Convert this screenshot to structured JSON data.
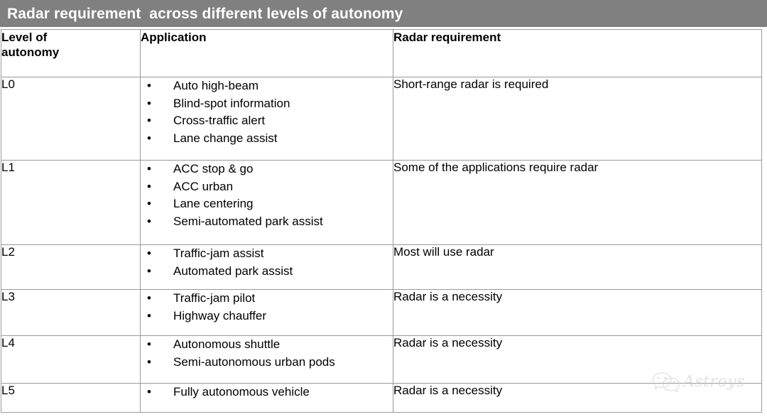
{
  "title": {
    "text": "Radar requirement  across different levels of autonomy",
    "bar_color": "#808080",
    "text_color": "#ffffff"
  },
  "table": {
    "headers": {
      "level": "Level of autonomy",
      "level_line1": "Level of",
      "level_line2": "autonomy",
      "application": "Application",
      "requirement": "Radar requirement"
    },
    "bullet_glyph": "•",
    "border_color": "#9a9a9a",
    "rows": [
      {
        "level": "L0",
        "applications": [
          "Auto high-beam",
          "Blind-spot information",
          "Cross-traffic alert",
          "Lane change assist"
        ],
        "requirement": "Short-range radar is required"
      },
      {
        "level": "L1",
        "applications": [
          "ACC stop & go",
          "ACC urban",
          "Lane centering",
          "Semi-automated park assist"
        ],
        "requirement": "Some of the applications require radar"
      },
      {
        "level": "L2",
        "applications": [
          "Traffic-jam assist",
          "Automated park assist"
        ],
        "requirement": "Most will use radar"
      },
      {
        "level": "L3",
        "applications": [
          "Traffic-jam pilot",
          "Highway chauffer"
        ],
        "requirement": "Radar is a necessity"
      },
      {
        "level": "L4",
        "applications": [
          "Autonomous shuttle",
          "Semi-autonomous urban pods"
        ],
        "requirement": "Radar is a necessity"
      },
      {
        "level": "L5",
        "applications": [
          "Fully autonomous vehicle"
        ],
        "requirement": "Radar is a necessity"
      }
    ]
  },
  "watermark": {
    "text": "Astroys",
    "logo": "wechat-icon",
    "color": "#c9c9c9"
  }
}
